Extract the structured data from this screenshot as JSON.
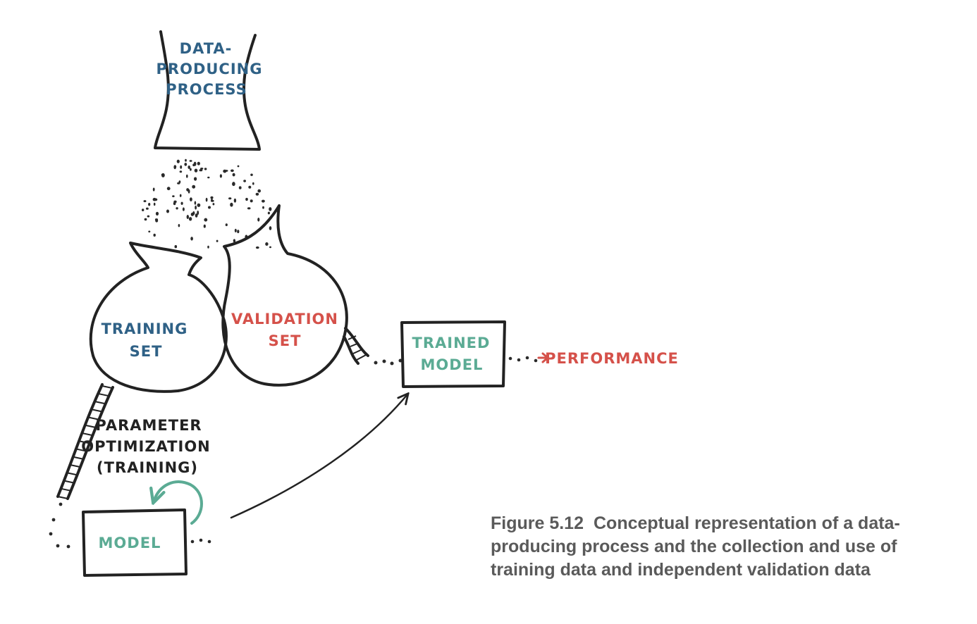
{
  "colors": {
    "blue": "#2f6186",
    "red": "#d5514a",
    "teal": "#5bab94",
    "ink": "#222222",
    "caption": "#5a5a5a"
  },
  "diagram": {
    "source": {
      "line1": "DATA-",
      "line2": "PRODUCING",
      "line3": "PROCESS"
    },
    "training_set": {
      "line1": "TRAINING",
      "line2": "SET"
    },
    "validation_set": {
      "line1": "VALIDATION",
      "line2": "SET"
    },
    "trained_model": {
      "line1": "TRAINED",
      "line2": "MODEL"
    },
    "performance": "PERFORMANCE",
    "optimization": {
      "line1": "PARAMETER",
      "line2": "OPTIMIZATION",
      "line3": "(TRAINING)"
    },
    "model": "MODEL"
  },
  "caption": {
    "figure_number": "Figure 5.12",
    "text": "Conceptual representation of a data-producing process and the collection and use of training data and independent validation data"
  }
}
